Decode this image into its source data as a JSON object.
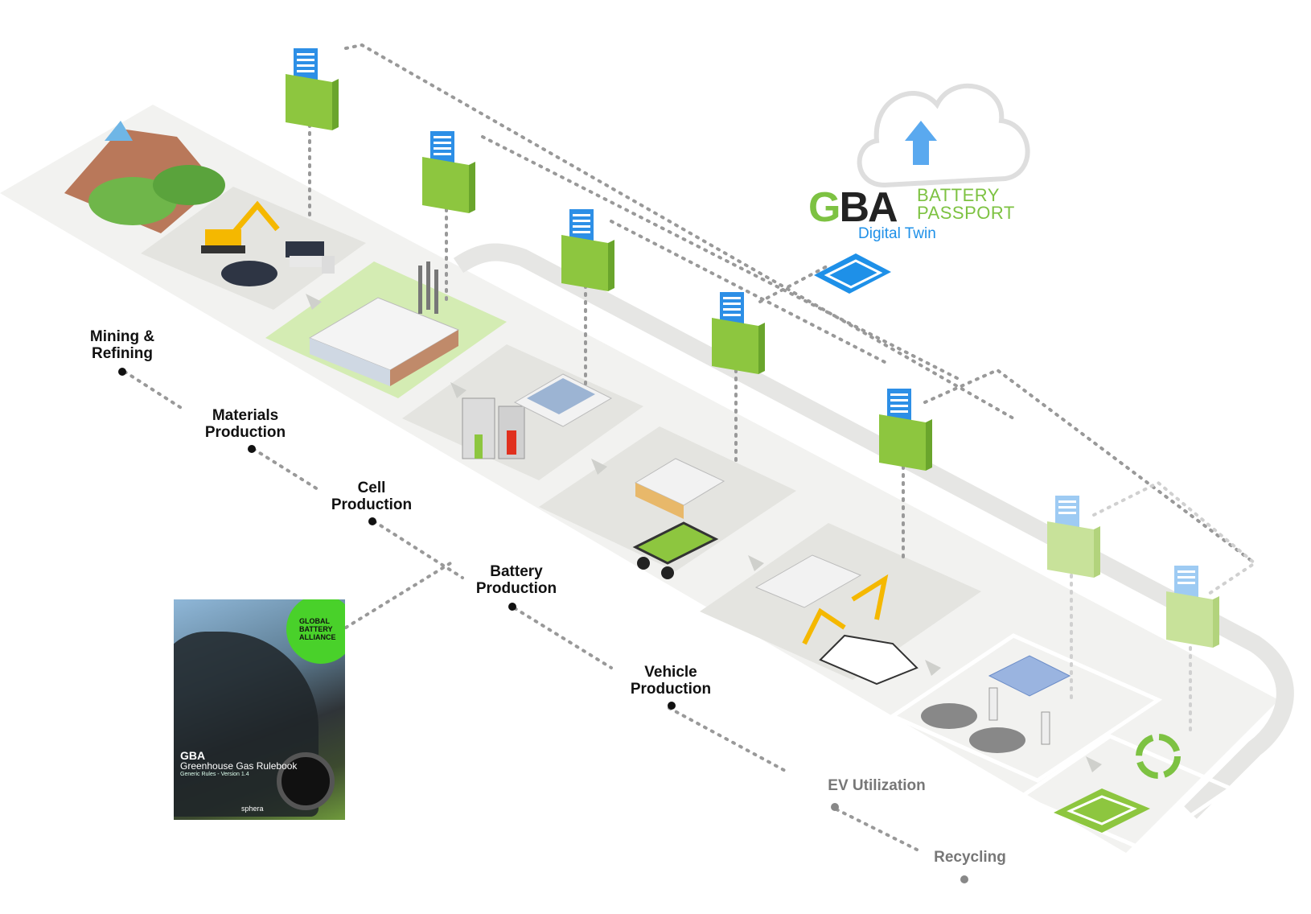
{
  "logo": {
    "mark_left": "G",
    "mark_right": "BA",
    "line1": "BATTERY",
    "line2": "PASSPORT",
    "subtitle": "Digital Twin"
  },
  "stages": [
    {
      "id": "mining",
      "lines": [
        "Mining &",
        "Refining"
      ]
    },
    {
      "id": "materials",
      "lines": [
        "Materials",
        "Production"
      ]
    },
    {
      "id": "cell",
      "lines": [
        "Cell",
        "Production"
      ]
    },
    {
      "id": "battery",
      "lines": [
        "Battery",
        "Production"
      ]
    },
    {
      "id": "vehicle",
      "lines": [
        "Vehicle",
        "Production"
      ]
    },
    {
      "id": "ev",
      "lines": [
        "EV Utilization"
      ]
    },
    {
      "id": "recycling",
      "lines": [
        "Recycling"
      ]
    }
  ],
  "rulebook": {
    "circle_text": [
      "GLOBAL",
      "BATTERY",
      "ALLIANCE"
    ],
    "gba": "GBA",
    "title": "Greenhouse Gas Rulebook",
    "subtitle": "Generic Rules - Version 1.4",
    "partner": "sphera"
  },
  "colors": {
    "folder_green": "#8dc63f",
    "folder_light": "#c8e29a",
    "document_blue": "#2d8fe6",
    "platform": "#f0f0ee",
    "panel": "#e4e4e0",
    "highlight_green": "#d4ecb3",
    "dotted_line": "#999999",
    "battery_blue": "#1e90e8"
  },
  "icons": [
    "mountain-icon",
    "excavator-icon",
    "truck-icon",
    "factory-icon",
    "cell-icon",
    "battery-pack-icon",
    "robot-arm-icon",
    "car-icon",
    "solar-panel-icon",
    "charger-icon",
    "recycle-icon",
    "battery-icon",
    "cloud-upload-icon",
    "folder-document-icon"
  ]
}
